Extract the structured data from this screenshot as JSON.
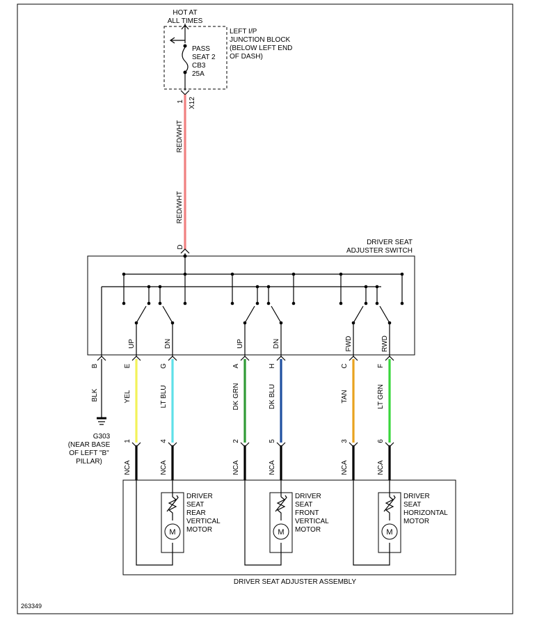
{
  "hot_label": [
    "HOT AT",
    "ALL TIMES"
  ],
  "junction_block": [
    "LEFT I/P",
    "JUNCTION BLOCK",
    "(BELOW LEFT END",
    "OF DASH)"
  ],
  "breaker": [
    "PASS",
    "SEAT 2",
    "CB3",
    "25A"
  ],
  "upper_connector": {
    "pin": "1",
    "name": "X12"
  },
  "feed_wire": {
    "color_label": "RED/WHT",
    "hex": "#f08080"
  },
  "switch": {
    "title": [
      "DRIVER SEAT",
      "ADJUSTER SWITCH"
    ],
    "input_pin": "D"
  },
  "ground": {
    "id": "G303",
    "note": [
      "(NEAR BASE",
      "OF LEFT \"B\"",
      "PILLAR)"
    ],
    "pin": "B",
    "color_label": "BLK"
  },
  "circuits": [
    {
      "direction": "UP",
      "switch_pin": "E",
      "color_label": "YEL",
      "hex": "#f2f25a",
      "motor_pin": "1",
      "nca": "NCA"
    },
    {
      "direction": "DN",
      "switch_pin": "G",
      "color_label": "LT BLU",
      "hex": "#5fe0e8",
      "motor_pin": "4",
      "nca": "NCA"
    },
    {
      "direction": "UP",
      "switch_pin": "A",
      "color_label": "DK GRN",
      "hex": "#2f9a35",
      "motor_pin": "2",
      "nca": "NCA"
    },
    {
      "direction": "DN",
      "switch_pin": "H",
      "color_label": "DK BLU",
      "hex": "#1f4fa0",
      "motor_pin": "5",
      "nca": "NCA"
    },
    {
      "direction": "FWD",
      "switch_pin": "C",
      "color_label": "TAN",
      "hex": "#e8a320",
      "motor_pin": "3",
      "nca": "NCA"
    },
    {
      "direction": "RWD",
      "switch_pin": "F",
      "color_label": "LT GRN",
      "hex": "#39d63c",
      "motor_pin": "6",
      "nca": "NCA"
    }
  ],
  "motors": [
    {
      "label": [
        "DRIVER",
        "SEAT",
        "REAR",
        "VERTICAL",
        "MOTOR"
      ],
      "symbol": "M"
    },
    {
      "label": [
        "DRIVER",
        "SEAT",
        "FRONT",
        "VERTICAL",
        "MOTOR"
      ],
      "symbol": "M"
    },
    {
      "label": [
        "DRIVER",
        "SEAT",
        "HORIZONTAL",
        "MOTOR"
      ],
      "symbol": "M"
    }
  ],
  "assembly_label": "DRIVER SEAT ADJUSTER ASSEMBLY",
  "figure_number": "263349"
}
